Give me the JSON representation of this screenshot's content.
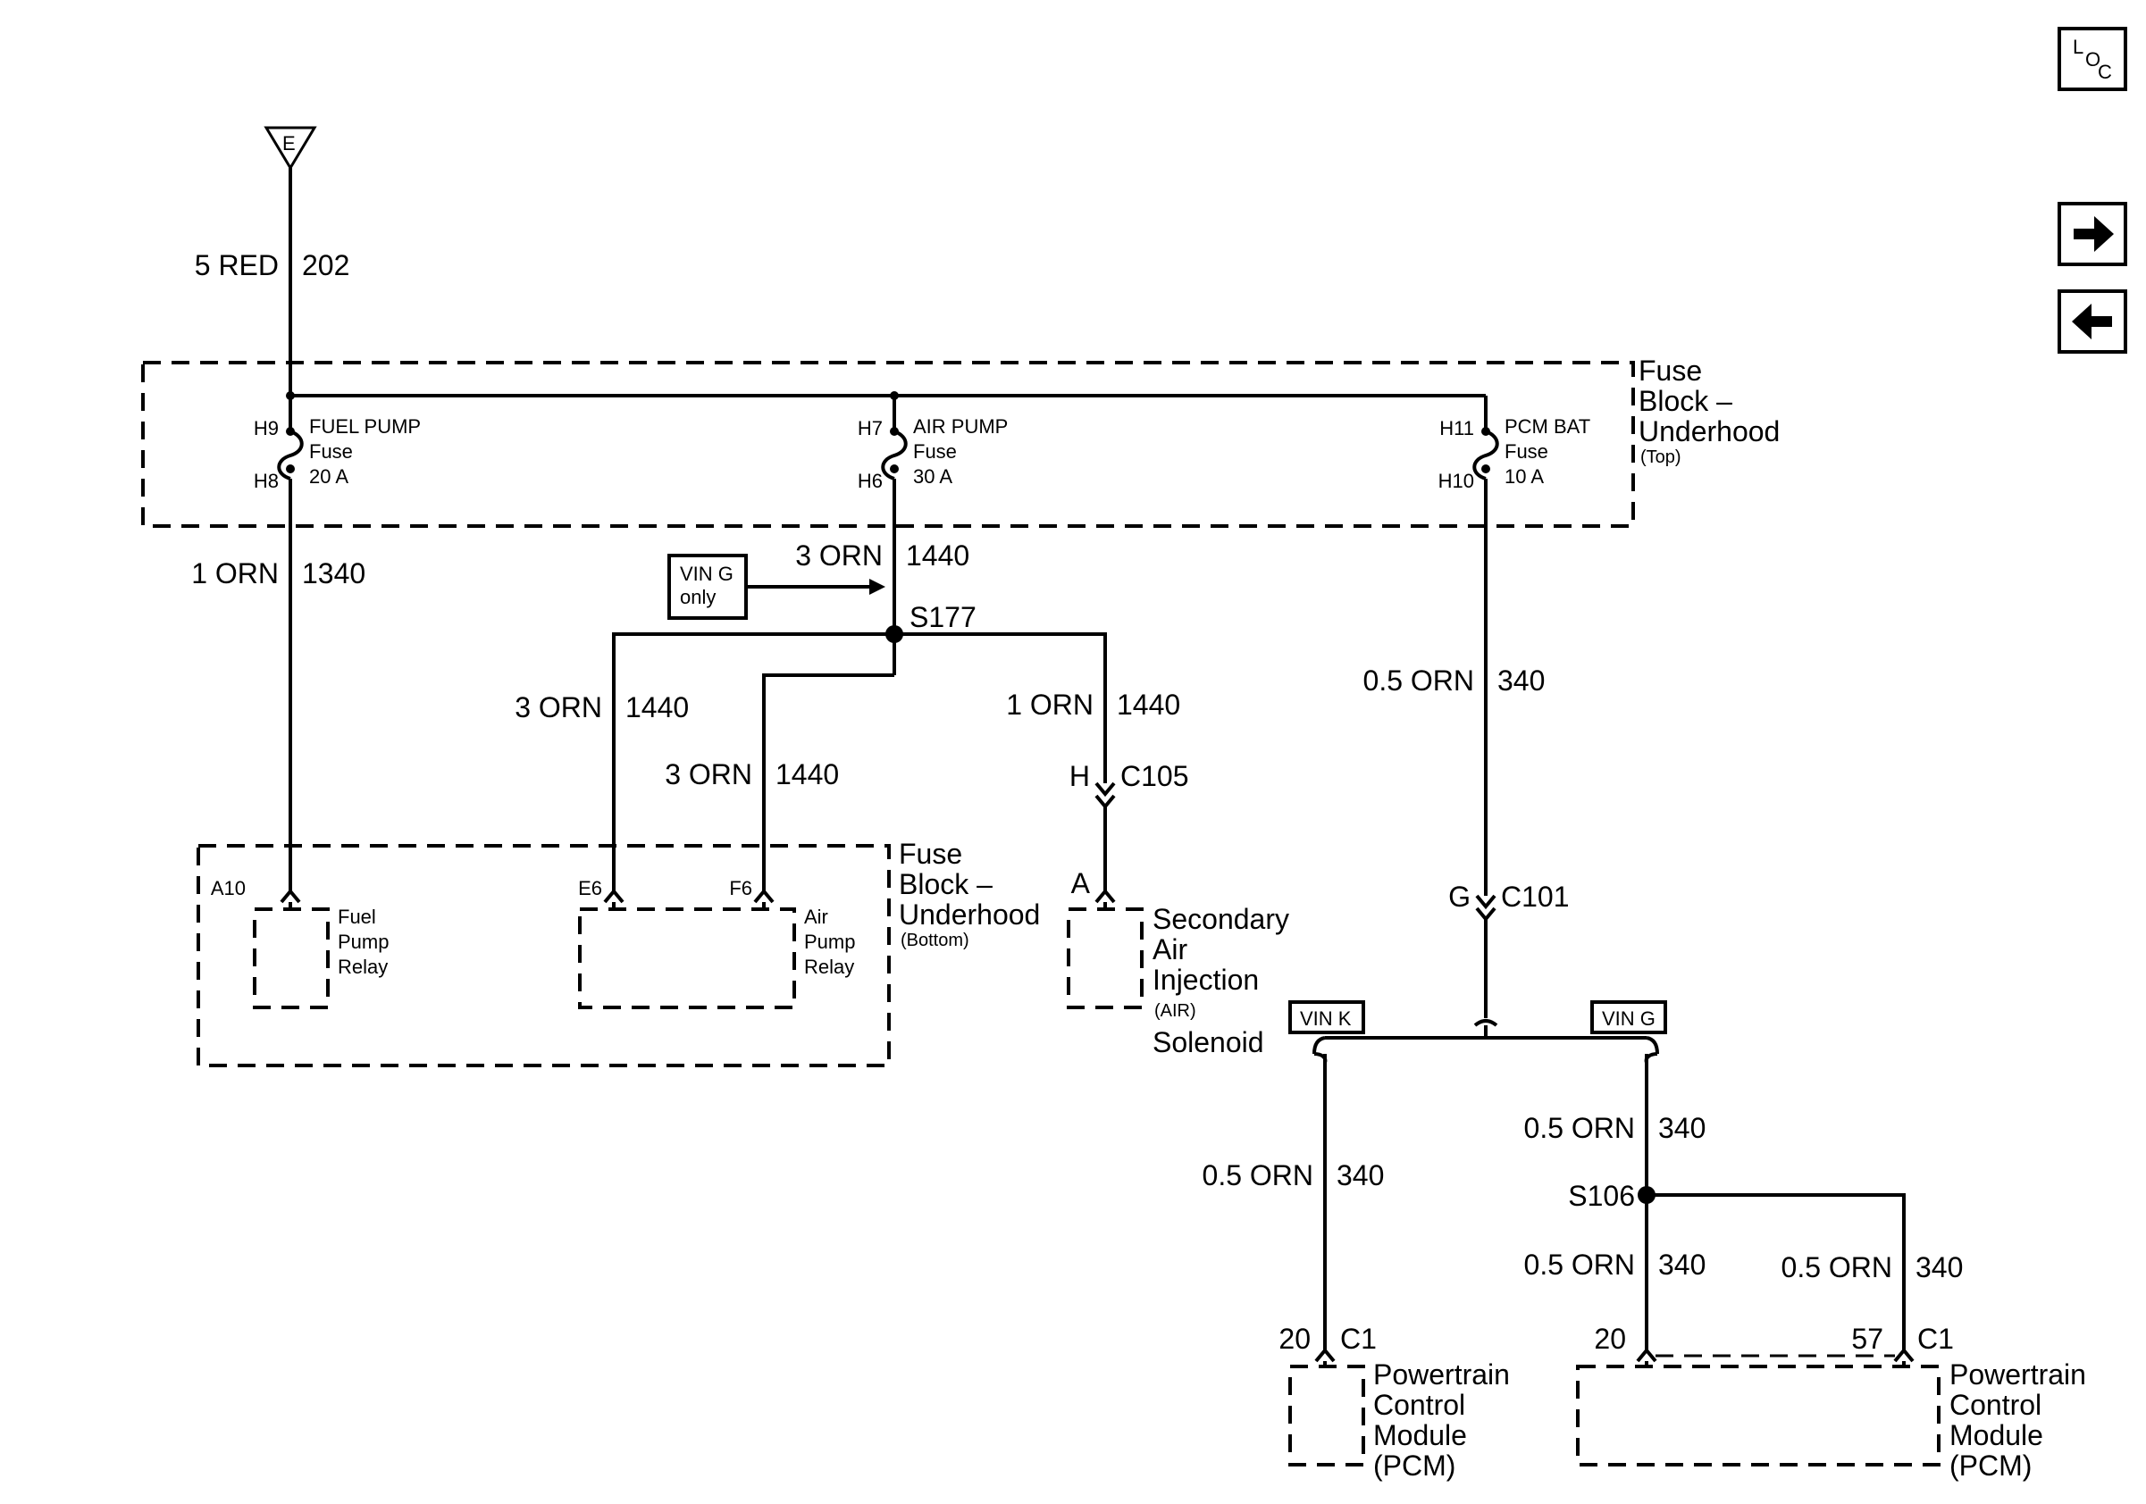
{
  "nav": {
    "loc_L": "L",
    "loc_O": "O",
    "loc_C": "C",
    "next_icon": "arrow-right-icon",
    "prev_icon": "arrow-left-icon"
  },
  "source": {
    "letter": "E",
    "wire_gauge_color": "5 RED",
    "circuit": "202"
  },
  "fuse_block_top": {
    "label_1": "Fuse",
    "label_2": "Block –",
    "label_3": "Underhood",
    "label_4": "(Top)",
    "fuses": [
      {
        "pin_in": "H9",
        "pin_out": "H8",
        "name": "FUEL PUMP",
        "type": "Fuse",
        "rating": "20 A"
      },
      {
        "pin_in": "H7",
        "pin_out": "H6",
        "name": "AIR PUMP",
        "type": "Fuse",
        "rating": "30 A"
      },
      {
        "pin_in": "H11",
        "pin_out": "H10",
        "name": "PCM BAT",
        "type": "Fuse",
        "rating": "10 A"
      }
    ]
  },
  "wires": {
    "fuel_pump_wire": {
      "gauge_color": "1 ORN",
      "circuit": "1340"
    },
    "air_pump_main": {
      "gauge_color": "3 ORN",
      "circuit": "1440"
    },
    "air_left": {
      "gauge_color": "3 ORN",
      "circuit": "1440"
    },
    "air_mid": {
      "gauge_color": "3 ORN",
      "circuit": "1440"
    },
    "air_right": {
      "gauge_color": "1 ORN",
      "circuit": "1440"
    },
    "pcm_main": {
      "gauge_color": "0.5 ORN",
      "circuit": "340"
    },
    "pcm_vink": {
      "gauge_color": "0.5 ORN",
      "circuit": "340"
    },
    "pcm_ving_top": {
      "gauge_color": "0.5 ORN",
      "circuit": "340"
    },
    "pcm_ving_left": {
      "gauge_color": "0.5 ORN",
      "circuit": "340"
    },
    "pcm_ving_right": {
      "gauge_color": "0.5 ORN",
      "circuit": "340"
    }
  },
  "vin_g_only": {
    "line1": "VIN G",
    "line2": "only"
  },
  "splices": {
    "s177": "S177",
    "s106": "S106"
  },
  "connectors": {
    "c105_pin": "H",
    "c105_name": "C105",
    "c101_pin": "G",
    "c101_name": "C101",
    "vin_k": "VIN K",
    "vin_g": "VIN G"
  },
  "fuse_block_bottom": {
    "label_1": "Fuse",
    "label_2": "Block –",
    "label_3": "Underhood",
    "label_4": "(Bottom)",
    "pin_a10": "A10",
    "pin_e6": "E6",
    "pin_f6": "F6",
    "fuel_relay": [
      "Fuel",
      "Pump",
      "Relay"
    ],
    "air_relay": [
      "Air",
      "Pump",
      "Relay"
    ]
  },
  "air_solenoid": {
    "pin": "A",
    "label_1": "Secondary",
    "label_2": "Air",
    "label_3": "Injection",
    "label_4": "(AIR)",
    "label_5": "Solenoid"
  },
  "pcm_left": {
    "pin": "20",
    "connector": "C1",
    "label": [
      "Powertrain",
      "Control",
      "Module",
      "(PCM)"
    ]
  },
  "pcm_right": {
    "pin_a": "20",
    "pin_b": "57",
    "connector": "C1",
    "label": [
      "Powertrain",
      "Control",
      "Module",
      "(PCM)"
    ]
  }
}
